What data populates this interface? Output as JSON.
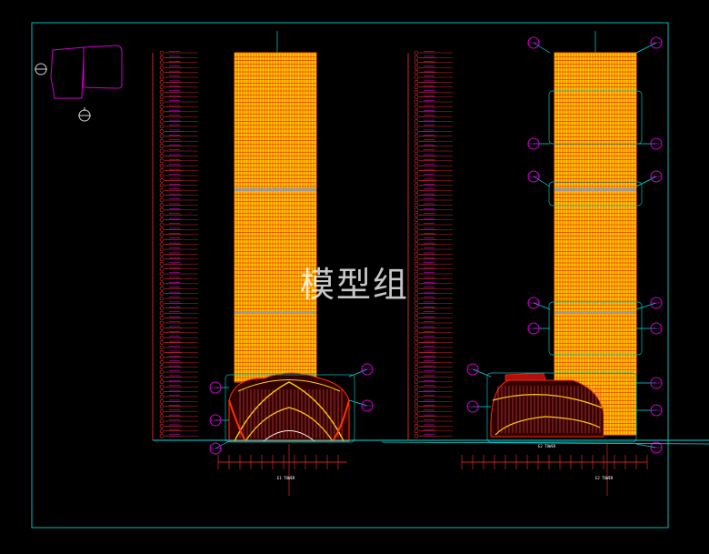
{
  "watermark": "模型组",
  "captions": {
    "left_tower": "E1 TOWER",
    "right_tower": "E2 TOWER",
    "right_base": "E2 TOWER"
  },
  "colors": {
    "background": "#000000",
    "frame": "#00bcbc",
    "tower_fill": "#ffd400",
    "tower_lines": "#ff2a00",
    "level_marks": "#ff2a2a",
    "magenta": "#d000d0",
    "ground": "#00e0e0",
    "grey_band": "#9a9a9a"
  }
}
